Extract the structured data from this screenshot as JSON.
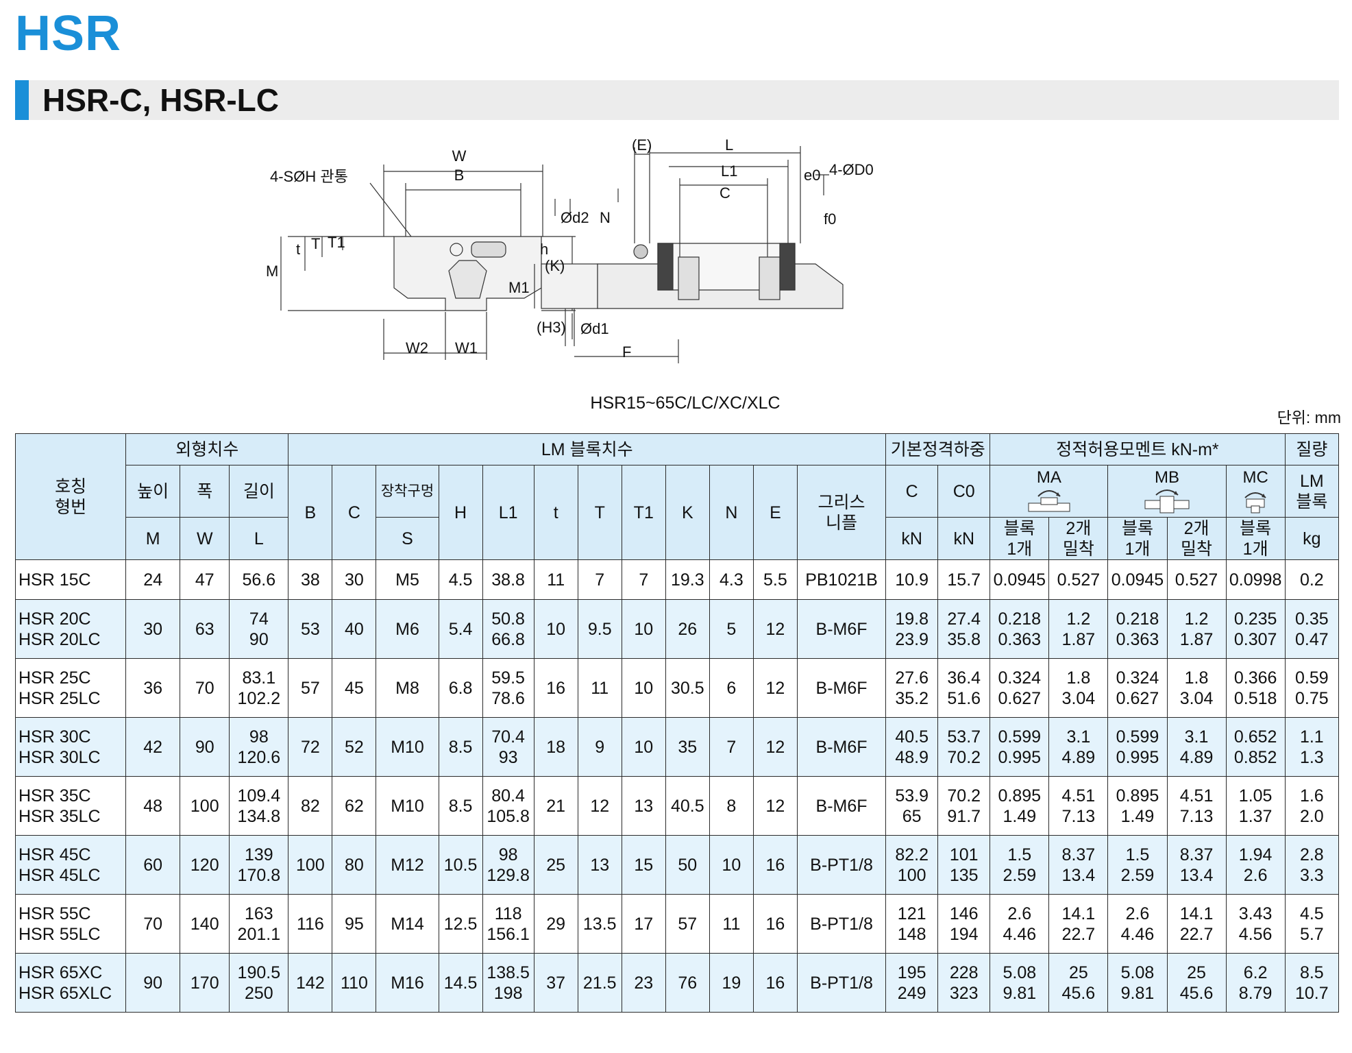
{
  "brand": "HSR",
  "section_title": "HSR-C, HSR-LC",
  "drawing": {
    "label_hole": "4-SØH 관통",
    "W": "W",
    "B": "B",
    "M": "M",
    "t": "t",
    "T": "T",
    "T1": "T1",
    "K": "(K)",
    "H3": "(H3)",
    "W2": "W2",
    "W1": "W1",
    "E": "(E)",
    "L": "L",
    "L1": "L1",
    "C": "C",
    "e0": "e0",
    "D0": "4-ØD0",
    "f0": "f0",
    "d2": "Ød2",
    "N": "N",
    "h": "h",
    "M1": "M1",
    "d1": "Ød1",
    "F": "F"
  },
  "caption": "HSR15~65C/LC/XC/XLC",
  "unit": "단위: mm",
  "colors": {
    "brand": "#1a8fd8",
    "header_bg": "#d7ecf9",
    "row_alt": "#e4f3fc",
    "bar": "#ececec"
  },
  "header": {
    "model": "호칭\n형번",
    "group_outer": "외형치수",
    "group_block": "LM 블록치수",
    "group_load": "기본정격하중",
    "group_moment": "정적허용모멘트 kN-m*",
    "group_mass": "질량",
    "height": "높이",
    "width": "폭",
    "length": "길이",
    "mount_hole": "장착구멍",
    "grease": "그리스\n니플",
    "lm_block": "LM\n블록",
    "MA": "MA",
    "MB": "MB",
    "MC": "MC",
    "one_block": "블록\n1개",
    "two_close": "2개\n밀착",
    "sym": [
      "M",
      "W",
      "L",
      "B",
      "C",
      "S",
      "H",
      "L1",
      "t",
      "T",
      "T1",
      "K",
      "N",
      "E"
    ],
    "C": "C",
    "C0": "C0",
    "kN": "kN",
    "kN2": "kN",
    "kg": "kg"
  },
  "rows": [
    {
      "model": "HSR 15C",
      "M": "24",
      "W": "47",
      "L": "56.6",
      "B": "38",
      "C": "30",
      "S": "M5",
      "H": "4.5",
      "L1": "38.8",
      "t": "11",
      "T": "7",
      "T1": "7",
      "K": "19.3",
      "N": "4.3",
      "E": "5.5",
      "grease": "PB1021B",
      "Cr": "10.9",
      "C0": "15.7",
      "MA1": "0.0945",
      "MA2": "0.527",
      "MB1": "0.0945",
      "MB2": "0.527",
      "MC1": "0.0998",
      "mass": "0.2"
    },
    {
      "model": "HSR 20C\nHSR 20LC",
      "M": "30",
      "W": "63",
      "L": "74\n90",
      "B": "53",
      "C": "40",
      "S": "M6",
      "H": "5.4",
      "L1": "50.8\n66.8",
      "t": "10",
      "T": "9.5",
      "T1": "10",
      "K": "26",
      "N": "5",
      "E": "12",
      "grease": "B-M6F",
      "Cr": "19.8\n23.9",
      "C0": "27.4\n35.8",
      "MA1": "0.218\n0.363",
      "MA2": "1.2\n1.87",
      "MB1": "0.218\n0.363",
      "MB2": "1.2\n1.87",
      "MC1": "0.235\n0.307",
      "mass": "0.35\n0.47"
    },
    {
      "model": "HSR 25C\nHSR 25LC",
      "M": "36",
      "W": "70",
      "L": "83.1\n102.2",
      "B": "57",
      "C": "45",
      "S": "M8",
      "H": "6.8",
      "L1": "59.5\n78.6",
      "t": "16",
      "T": "11",
      "T1": "10",
      "K": "30.5",
      "N": "6",
      "E": "12",
      "grease": "B-M6F",
      "Cr": "27.6\n35.2",
      "C0": "36.4\n51.6",
      "MA1": "0.324\n0.627",
      "MA2": "1.8\n3.04",
      "MB1": "0.324\n0.627",
      "MB2": "1.8\n3.04",
      "MC1": "0.366\n0.518",
      "mass": "0.59\n0.75"
    },
    {
      "model": "HSR 30C\nHSR 30LC",
      "M": "42",
      "W": "90",
      "L": "98\n120.6",
      "B": "72",
      "C": "52",
      "S": "M10",
      "H": "8.5",
      "L1": "70.4\n93",
      "t": "18",
      "T": "9",
      "T1": "10",
      "K": "35",
      "N": "7",
      "E": "12",
      "grease": "B-M6F",
      "Cr": "40.5\n48.9",
      "C0": "53.7\n70.2",
      "MA1": "0.599\n0.995",
      "MA2": "3.1\n4.89",
      "MB1": "0.599\n0.995",
      "MB2": "3.1\n4.89",
      "MC1": "0.652\n0.852",
      "mass": "1.1\n1.3"
    },
    {
      "model": "HSR 35C\nHSR 35LC",
      "M": "48",
      "W": "100",
      "L": "109.4\n134.8",
      "B": "82",
      "C": "62",
      "S": "M10",
      "H": "8.5",
      "L1": "80.4\n105.8",
      "t": "21",
      "T": "12",
      "T1": "13",
      "K": "40.5",
      "N": "8",
      "E": "12",
      "grease": "B-M6F",
      "Cr": "53.9\n65",
      "C0": "70.2\n91.7",
      "MA1": "0.895\n1.49",
      "MA2": "4.51\n7.13",
      "MB1": "0.895\n1.49",
      "MB2": "4.51\n7.13",
      "MC1": "1.05\n1.37",
      "mass": "1.6\n2.0"
    },
    {
      "model": "HSR 45C\nHSR 45LC",
      "M": "60",
      "W": "120",
      "L": "139\n170.8",
      "B": "100",
      "C": "80",
      "S": "M12",
      "H": "10.5",
      "L1": "98\n129.8",
      "t": "25",
      "T": "13",
      "T1": "15",
      "K": "50",
      "N": "10",
      "E": "16",
      "grease": "B-PT1/8",
      "Cr": "82.2\n100",
      "C0": "101\n135",
      "MA1": "1.5\n2.59",
      "MA2": "8.37\n13.4",
      "MB1": "1.5\n2.59",
      "MB2": "8.37\n13.4",
      "MC1": "1.94\n2.6",
      "mass": "2.8\n3.3"
    },
    {
      "model": "HSR 55C\nHSR 55LC",
      "M": "70",
      "W": "140",
      "L": "163\n201.1",
      "B": "116",
      "C": "95",
      "S": "M14",
      "H": "12.5",
      "L1": "118\n156.1",
      "t": "29",
      "T": "13.5",
      "T1": "17",
      "K": "57",
      "N": "11",
      "E": "16",
      "grease": "B-PT1/8",
      "Cr": "121\n148",
      "C0": "146\n194",
      "MA1": "2.6\n4.46",
      "MA2": "14.1\n22.7",
      "MB1": "2.6\n4.46",
      "MB2": "14.1\n22.7",
      "MC1": "3.43\n4.56",
      "mass": "4.5\n5.7"
    },
    {
      "model": "HSR 65XC\nHSR 65XLC",
      "M": "90",
      "W": "170",
      "L": "190.5\n250",
      "B": "142",
      "C": "110",
      "S": "M16",
      "H": "14.5",
      "L1": "138.5\n198",
      "t": "37",
      "T": "21.5",
      "T1": "23",
      "K": "76",
      "N": "19",
      "E": "16",
      "grease": "B-PT1/8",
      "Cr": "195\n249",
      "C0": "228\n323",
      "MA1": "5.08\n9.81",
      "MA2": "25\n45.6",
      "MB1": "5.08\n9.81",
      "MB2": "25\n45.6",
      "MC1": "6.2\n8.79",
      "mass": "8.5\n10.7"
    }
  ]
}
